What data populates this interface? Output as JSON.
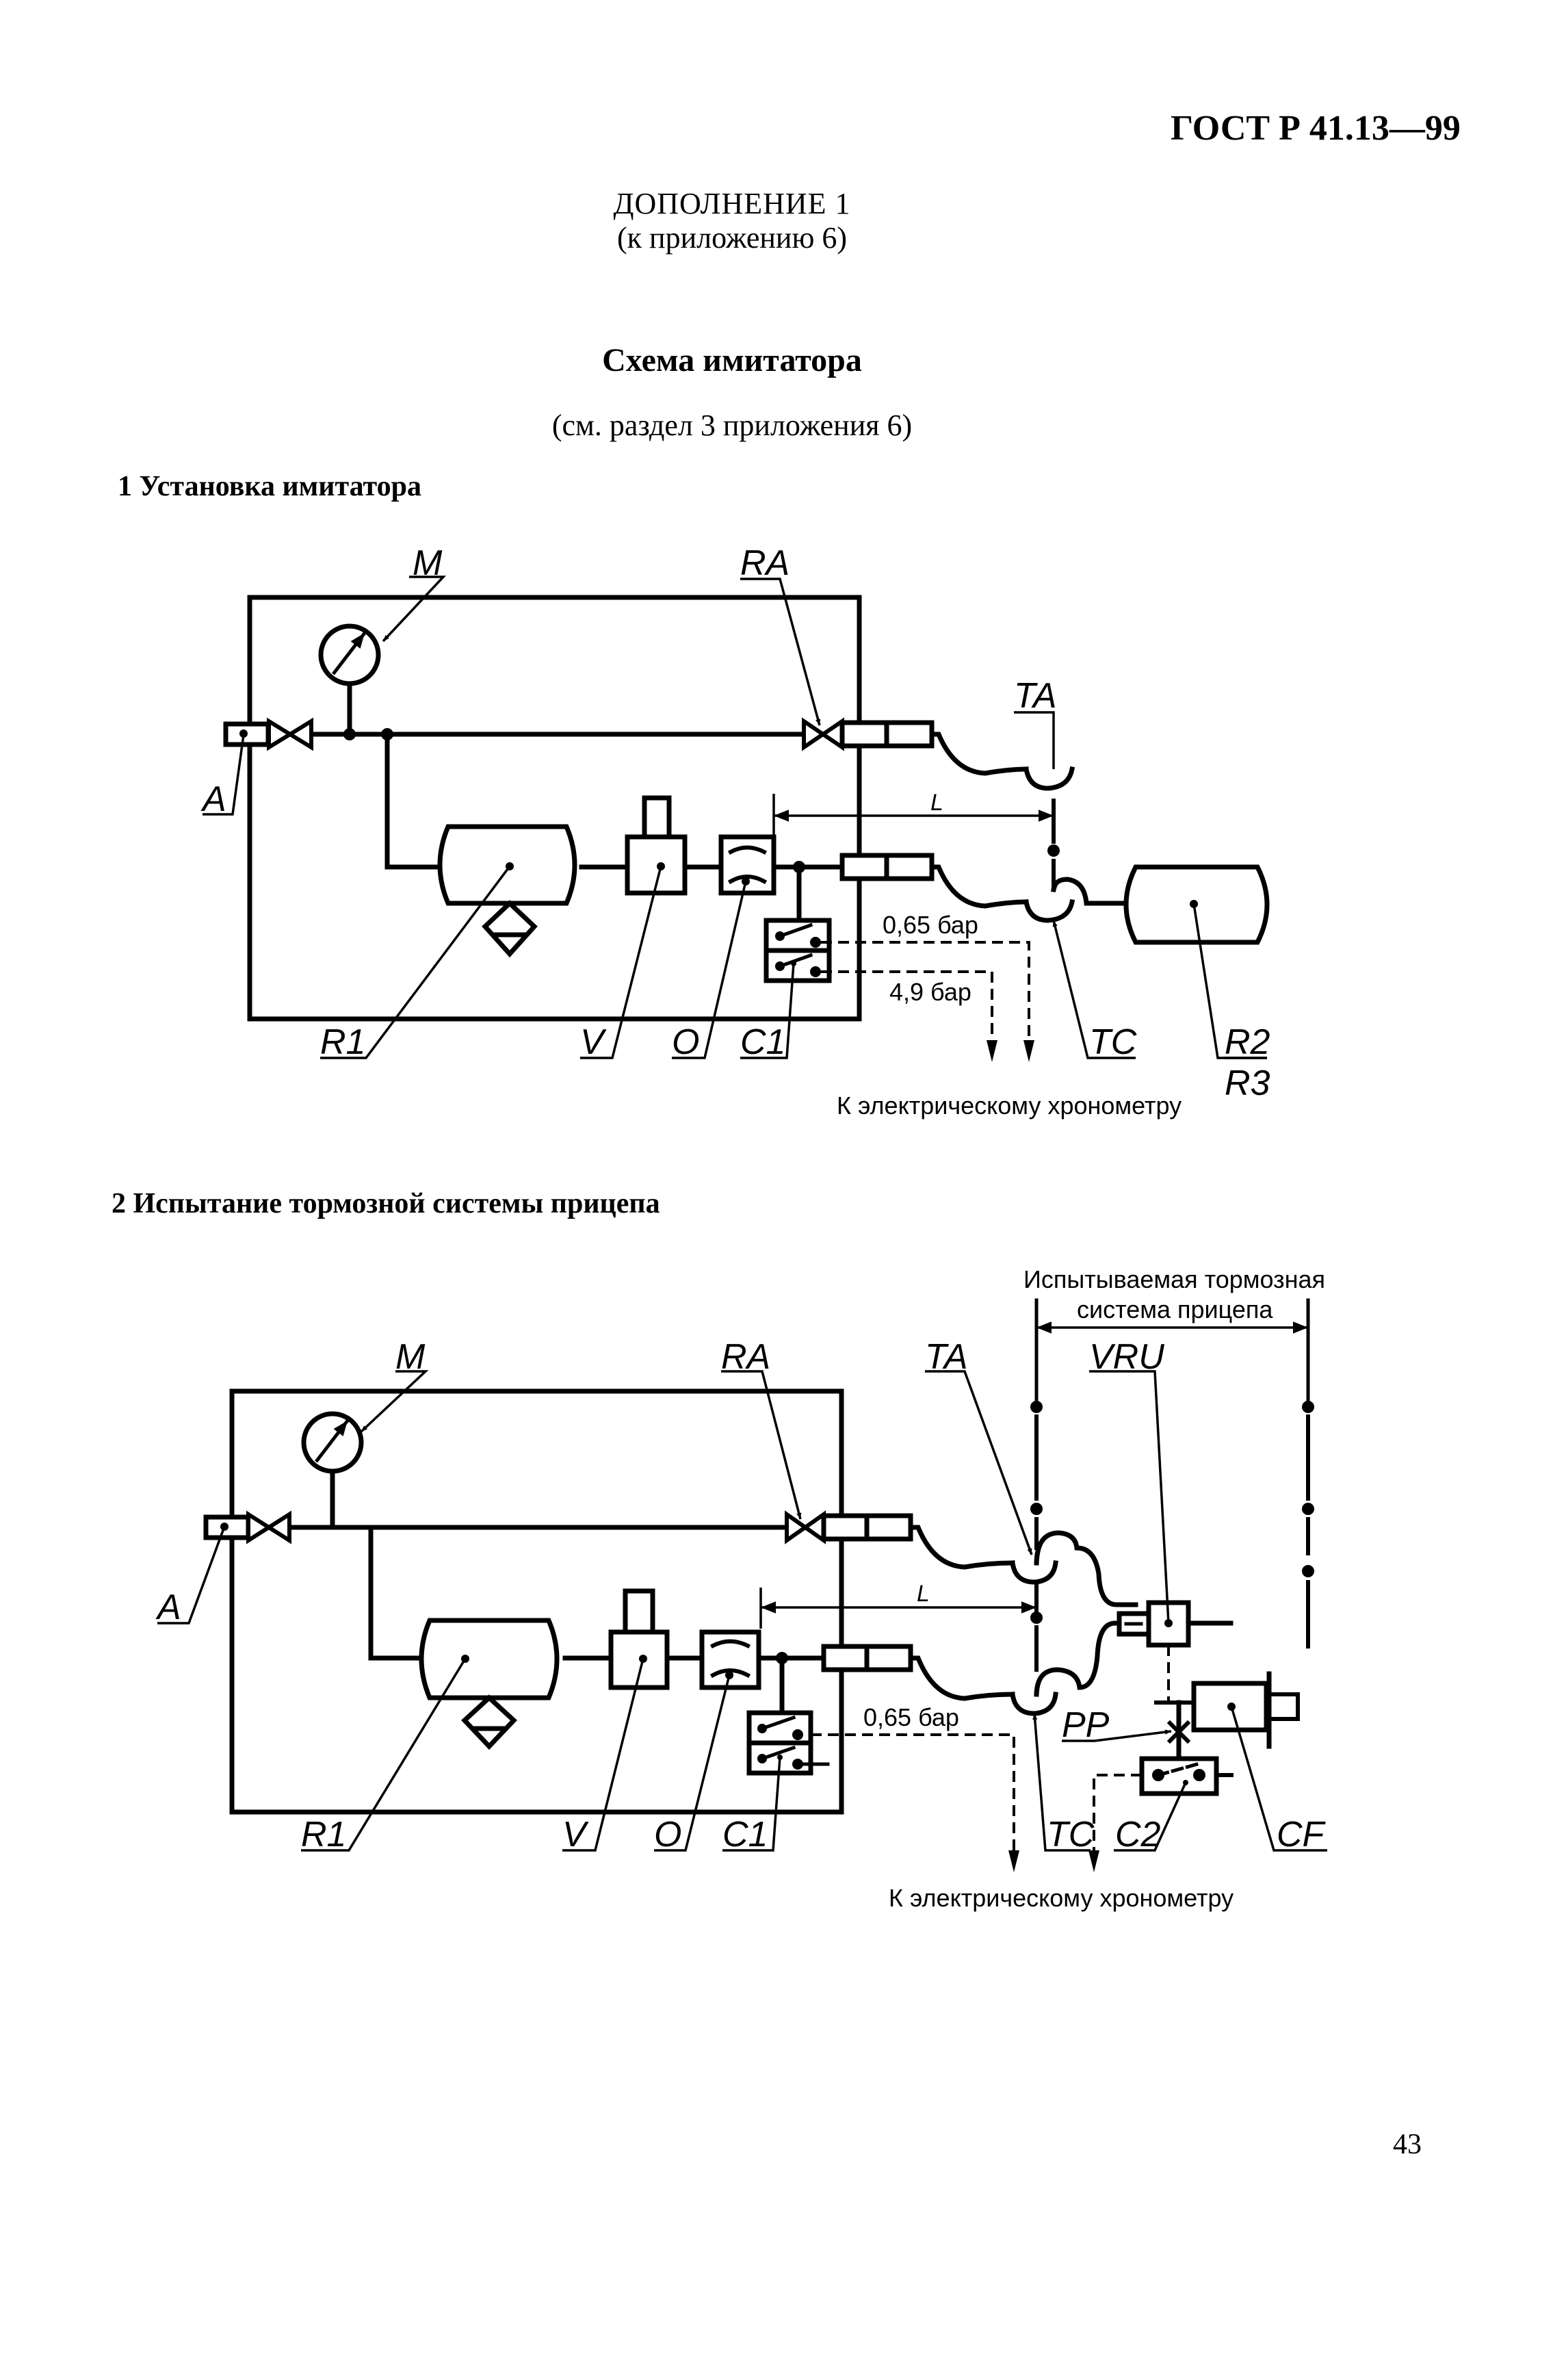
{
  "header": {
    "document_code": "ГОСТ Р 41.13—99"
  },
  "supplement": {
    "title": "ДОПОЛНЕНИЕ 1",
    "subtitle": "(к приложению 6)"
  },
  "scheme": {
    "title": "Схема имитатора",
    "reference": "(см. раздел 3 приложения 6)"
  },
  "section1": {
    "heading": "1 Установка имитатора",
    "labels": {
      "M": "M",
      "RA": "RA",
      "A": "A",
      "TA": "TA",
      "L": "L",
      "R1": "R1",
      "V": "V",
      "O": "O",
      "C1": "C1",
      "TC": "TC",
      "R2": "R2",
      "R3": "R3"
    },
    "pressure_low": "0,65 бар",
    "pressure_high": "4,9 бар",
    "output_note": "К электрическому хронометру"
  },
  "section2": {
    "heading": "2 Испытание тормозной системы прицепа",
    "tested_system_line1": "Испытываемая тормозная",
    "tested_system_line2": "система прицепа",
    "labels": {
      "M": "M",
      "RA": "RA",
      "A": "A",
      "TA": "TA",
      "VRU": "VRU",
      "L": "L",
      "PP": "PP",
      "R1": "R1",
      "V": "V",
      "O": "O",
      "C1": "C1",
      "TC": "TC",
      "C2": "C2",
      "CF": "CF"
    },
    "pressure_low": "0,65 бар",
    "output_note": "К электрическому хронометру"
  },
  "footer": {
    "page_number": "43"
  }
}
